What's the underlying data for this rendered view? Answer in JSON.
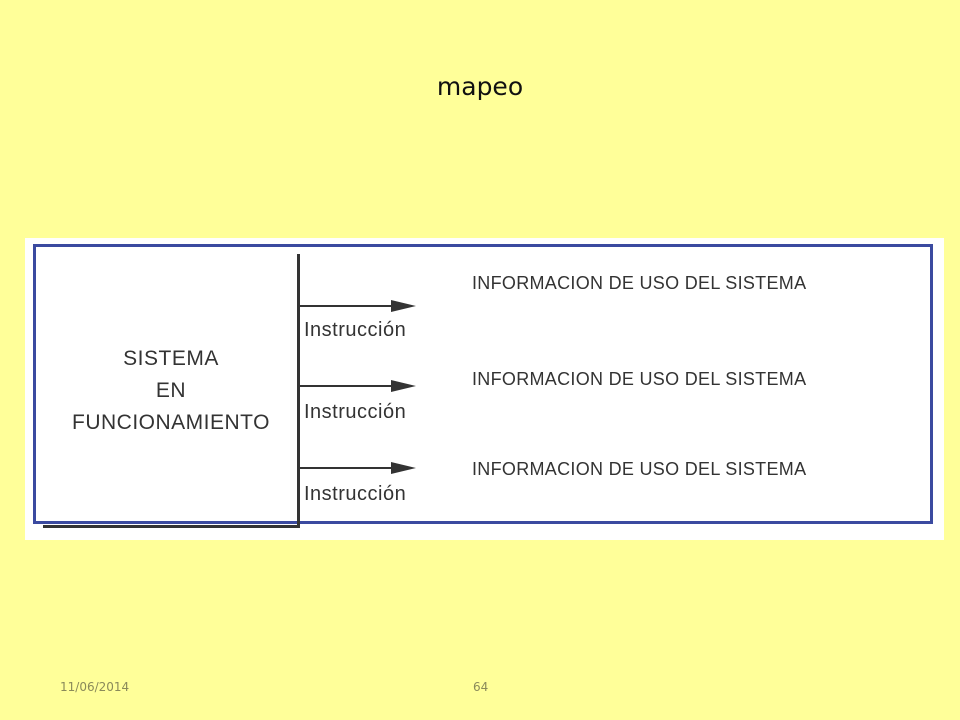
{
  "slide": {
    "title": "mapeo",
    "date": "11/06/2014",
    "page_number": "64"
  },
  "diagram": {
    "system_label_lines": [
      "SISTEMA",
      "EN",
      "FUNCIONAMIENTO"
    ],
    "instructions": [
      "Instrucción",
      "Instrucción",
      "Instrucción"
    ],
    "outputs": [
      "INFORMACION DE USO DEL SISTEMA",
      "INFORMACION DE USO DEL SISTEMA",
      "INFORMACION DE USO DEL SISTEMA"
    ],
    "colors": {
      "slide_background": "#ffff99",
      "frame_border": "#3b4aa0",
      "box_border": "#333333"
    }
  }
}
